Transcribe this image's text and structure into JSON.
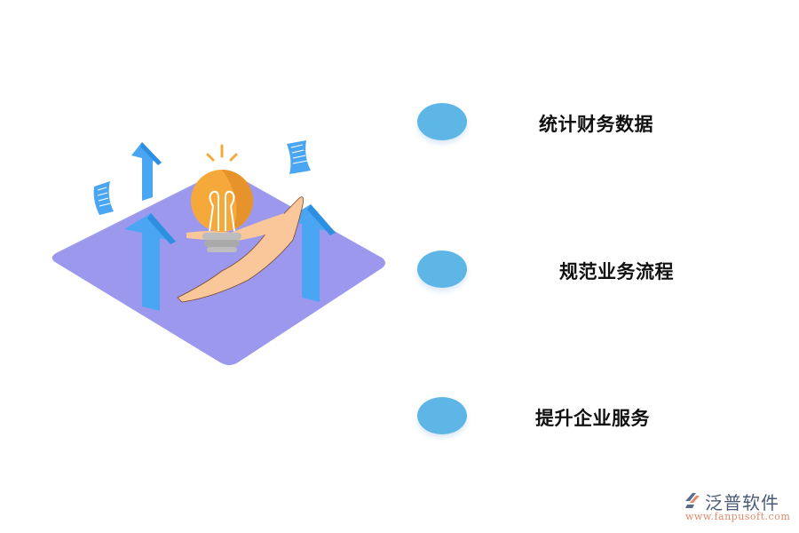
{
  "illustration": {
    "description": "isometric hand holding light bulb with rising arrows and documents",
    "colors": {
      "platform": "#9b98ee",
      "arrow": "#4aa6f3",
      "bulb": "#f6a93b",
      "hand": "#f9c79a",
      "bulb_base": "#bdbdbd",
      "document": "#4aa6f3"
    }
  },
  "items": [
    {
      "label": "统计财务数据",
      "color": "#5eb6e6"
    },
    {
      "label": "规范业务流程",
      "color": "#5eb6e6"
    },
    {
      "label": "提升企业服务",
      "color": "#5eb6e6"
    }
  ],
  "logo": {
    "name": "泛普软件",
    "url": "www.fanpusoft.com"
  }
}
